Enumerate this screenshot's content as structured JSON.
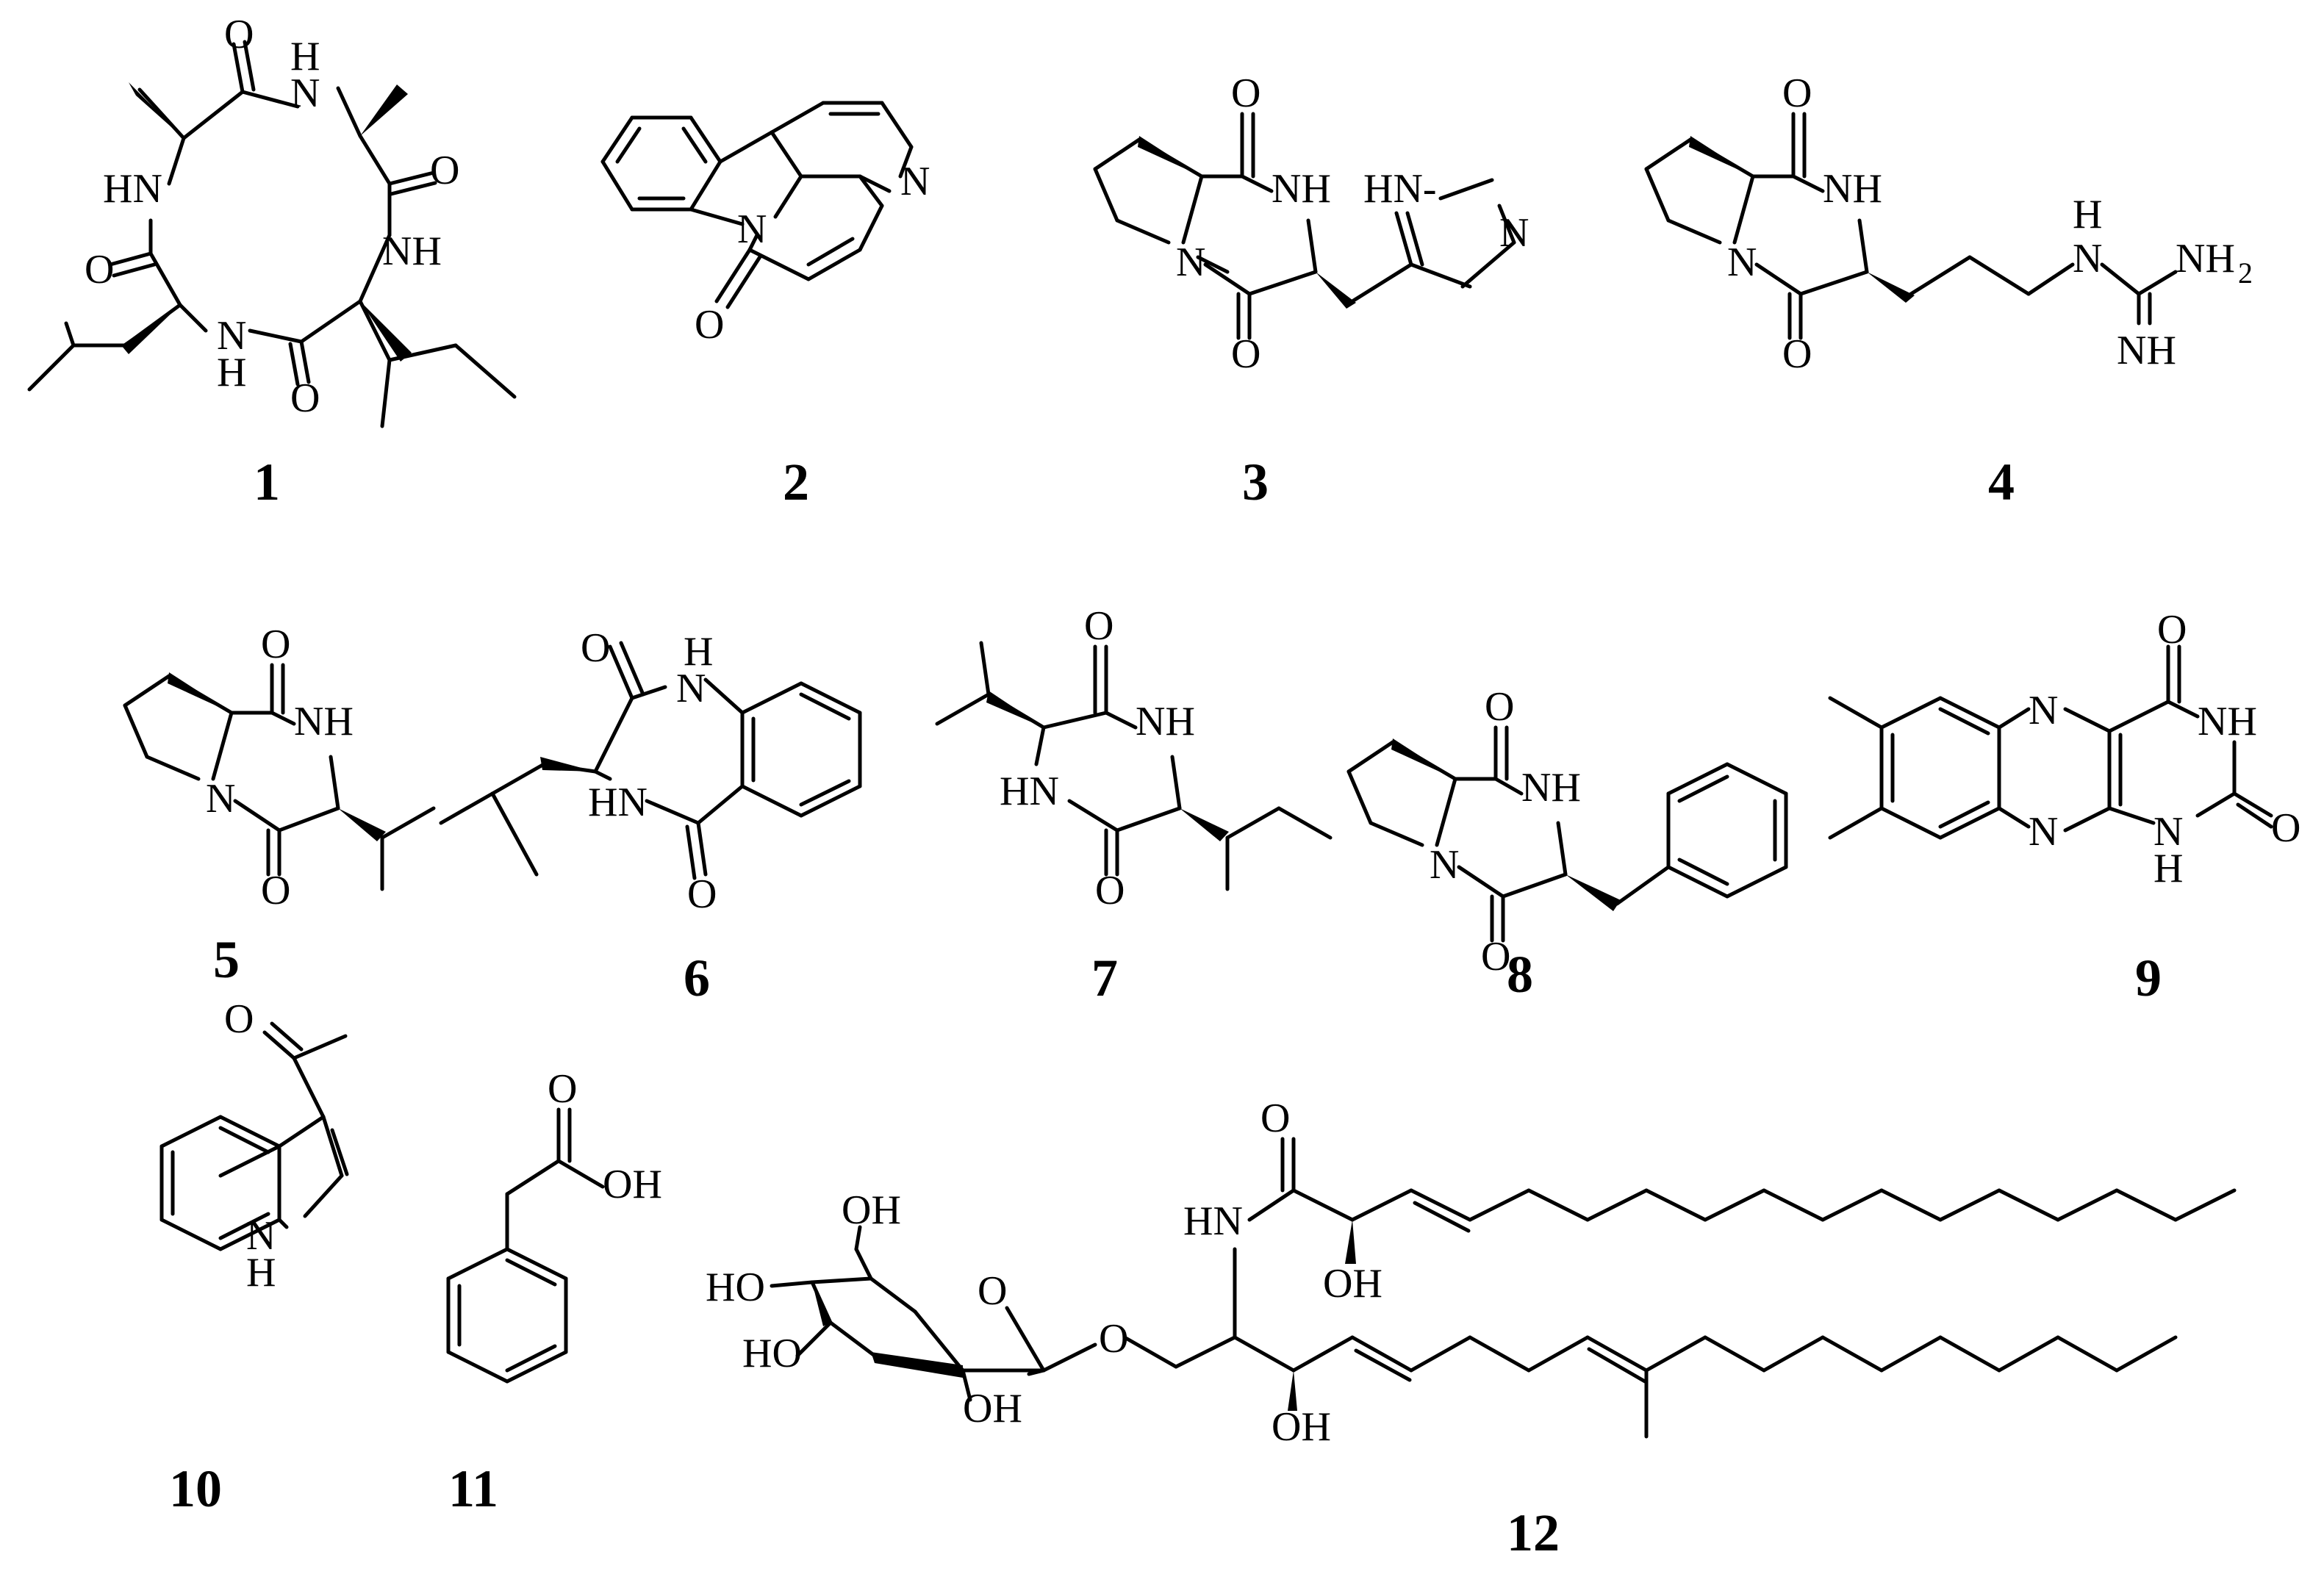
{
  "compounds": [
    {
      "id": "1"
    },
    {
      "id": "2"
    },
    {
      "id": "3"
    },
    {
      "id": "4"
    },
    {
      "id": "5"
    },
    {
      "id": "6"
    },
    {
      "id": "7"
    },
    {
      "id": "8"
    },
    {
      "id": "9"
    },
    {
      "id": "10"
    },
    {
      "id": "11"
    },
    {
      "id": "12"
    }
  ],
  "atoms": {
    "O": "O",
    "N": "N",
    "NH": "NH",
    "HN": "HN",
    "H": "H",
    "OH": "OH",
    "HO": "HO",
    "HN_dash": "HN-",
    "NH2": "NH",
    "two": "2"
  }
}
